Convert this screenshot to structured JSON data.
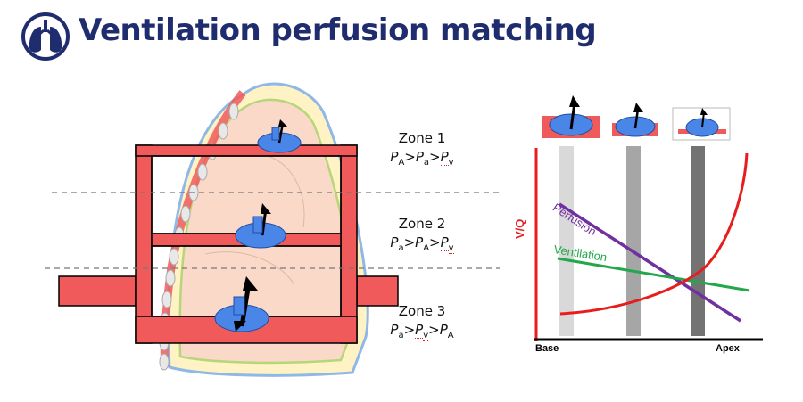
{
  "title": "Ventilation perfusion matching",
  "logo_icon": "lungs-icon",
  "colors": {
    "title": "#1f2d6e",
    "vessel": "#f05a5a",
    "alveolus": "#4a86e8",
    "perfusion": "#7030a0",
    "ventilation": "#22a84a",
    "vq_curve": "#e81c1c"
  },
  "zones": [
    {
      "name": "Zone 1",
      "eq": [
        "P",
        "A",
        ">",
        "P",
        "a",
        ">",
        "P",
        "v"
      ]
    },
    {
      "name": "Zone 2",
      "eq": [
        "P",
        "a",
        ">",
        "P",
        "A",
        ">",
        "P",
        "v"
      ]
    },
    {
      "name": "Zone 3",
      "eq": [
        "P",
        "a",
        ">",
        "P",
        "v",
        ">",
        "P",
        "A"
      ]
    }
  ],
  "graph": {
    "y_label": "V/Q",
    "x_start": "Base",
    "x_end": "Apex",
    "perfusion_label": "Perfusion",
    "ventilation_label": "Ventilation"
  },
  "chart_data": {
    "type": "line",
    "xlabel_start": "Base",
    "xlabel_end": "Apex",
    "ylabel": "V/Q",
    "series": [
      {
        "name": "Perfusion",
        "trend": "decreasing",
        "color": "#7030a0"
      },
      {
        "name": "Ventilation",
        "trend": "decreasing",
        "color": "#22a84a"
      },
      {
        "name": "V/Q",
        "trend": "increasing",
        "color": "#e81c1c"
      }
    ]
  }
}
